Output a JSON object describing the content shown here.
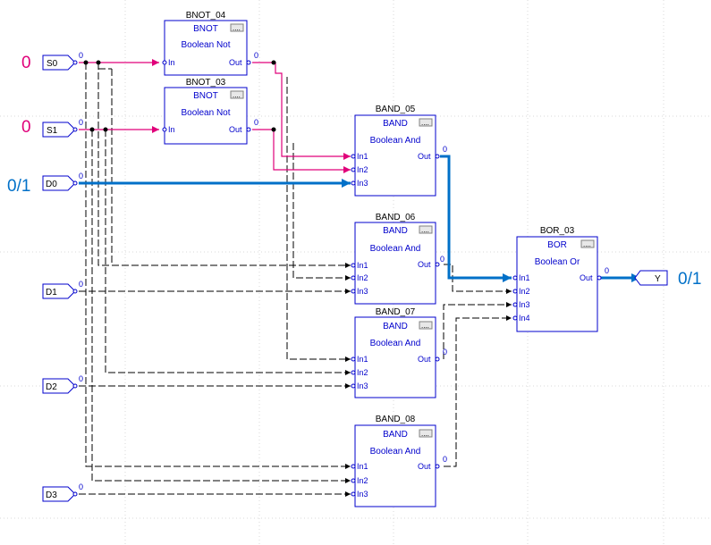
{
  "inputs": {
    "s0": "S0",
    "s1": "S1",
    "d0": "D0",
    "d1": "D1",
    "d2": "D2",
    "d3": "D3"
  },
  "output": {
    "y": "Y"
  },
  "annotations": {
    "s0_value": "0",
    "s1_value": "0",
    "d0_value": "0/1",
    "y_value": "0/1",
    "s0_color": "#e0007a",
    "s1_color": "#e0007a",
    "d0_color": "#0070c8",
    "y_color": "#0070c8"
  },
  "signal_value": "0",
  "blocks": {
    "bnot_04": {
      "name": "BNOT_04",
      "type": "BNOT",
      "description": "Boolean Not",
      "pins_in": [
        "In"
      ],
      "pins_out": [
        "Out"
      ]
    },
    "bnot_03": {
      "name": "BNOT_03",
      "type": "BNOT",
      "description": "Boolean Not",
      "pins_in": [
        "In"
      ],
      "pins_out": [
        "Out"
      ]
    },
    "band_05": {
      "name": "BAND_05",
      "type": "BAND",
      "description": "Boolean And",
      "pins_in": [
        "In1",
        "In2",
        "In3"
      ],
      "pins_out": [
        "Out"
      ]
    },
    "band_06": {
      "name": "BAND_06",
      "type": "BAND",
      "description": "Boolean And",
      "pins_in": [
        "In1",
        "In2",
        "In3"
      ],
      "pins_out": [
        "Out"
      ]
    },
    "band_07": {
      "name": "BAND_07",
      "type": "BAND",
      "description": "Boolean And",
      "pins_in": [
        "In1",
        "In2",
        "In3"
      ],
      "pins_out": [
        "Out"
      ]
    },
    "band_08": {
      "name": "BAND_08",
      "type": "BAND",
      "description": "Boolean And",
      "pins_in": [
        "In1",
        "In2",
        "In3"
      ],
      "pins_out": [
        "Out"
      ]
    },
    "bor_03": {
      "name": "BOR_03",
      "type": "BOR",
      "description": "Boolean Or",
      "pins_in": [
        "In1",
        "In2",
        "In3",
        "In4"
      ],
      "pins_out": [
        "Out"
      ]
    }
  },
  "button_label": "...."
}
